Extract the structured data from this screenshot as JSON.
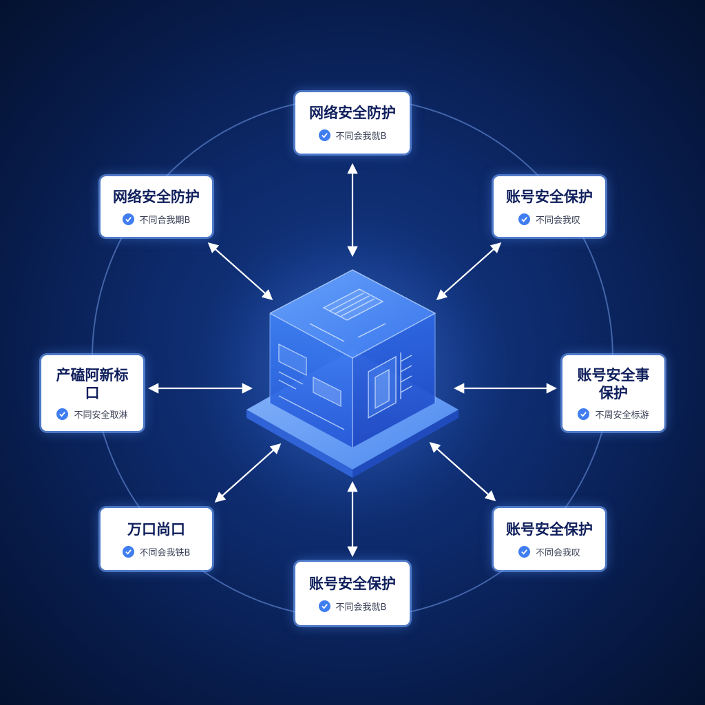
{
  "diagram": {
    "hub": {
      "icon": "server-cube-icon"
    },
    "nodes": [
      {
        "id": "top",
        "title": "网络安全防护",
        "subtitle": "不同会我就B"
      },
      {
        "id": "top-left",
        "title": "网络安全防护",
        "subtitle": "不同合我期B"
      },
      {
        "id": "top-right",
        "title": "账号安全保护",
        "subtitle": "不同会我叹"
      },
      {
        "id": "left",
        "title": "产磕阿新标口",
        "subtitle": "不同安全取淋"
      },
      {
        "id": "right",
        "title": "账号安全事保护",
        "subtitle": "不周安全标游"
      },
      {
        "id": "bottom-left",
        "title": "万口尚口",
        "subtitle": "不同会我铁B"
      },
      {
        "id": "bottom-right",
        "title": "账号安全保护",
        "subtitle": "不同会我叹"
      },
      {
        "id": "bottom",
        "title": "账号安全保护",
        "subtitle": "不同会我就B"
      }
    ],
    "colors": {
      "background": "#0d2a6b",
      "ring": "#5a7fc8",
      "arrow": "#ffffff",
      "card": "#ffffff",
      "card_glow": "#78aaff",
      "title_text": "#0f1f5c",
      "check_badge": "#3f7df0",
      "cube_face": "#3d7ef5"
    }
  }
}
